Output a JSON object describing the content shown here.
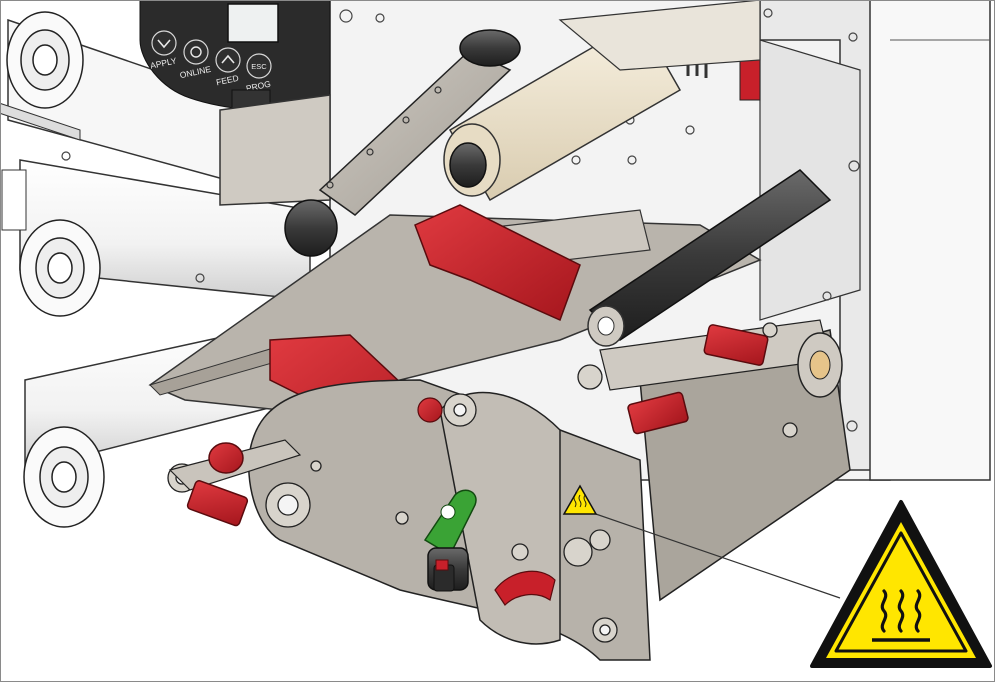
{
  "panel": {
    "buttons": [
      {
        "id": "apply",
        "label": "APPLY",
        "icon": "chevron-down-icon"
      },
      {
        "id": "online",
        "label": "ONLINE",
        "icon": "circle-icon"
      },
      {
        "id": "feed",
        "label": "FEED",
        "icon": "chevron-up-icon"
      },
      {
        "id": "prog",
        "label": "PROG",
        "key": "ESC"
      }
    ]
  },
  "warning": {
    "icon": "hot-surface-warning-icon",
    "colors": {
      "fill": "#FFE600",
      "border": "#111111"
    }
  },
  "colors": {
    "metal": "#b9b4ac",
    "metal_dark": "#8f8a83",
    "red_parts": "#c8202a",
    "green_part": "#3aa335",
    "roller_white": "#f7f7f5",
    "roller_cream": "#eee3cc",
    "roller_black": "#3b3b3b",
    "frame_grey": "#f0f0f0"
  }
}
